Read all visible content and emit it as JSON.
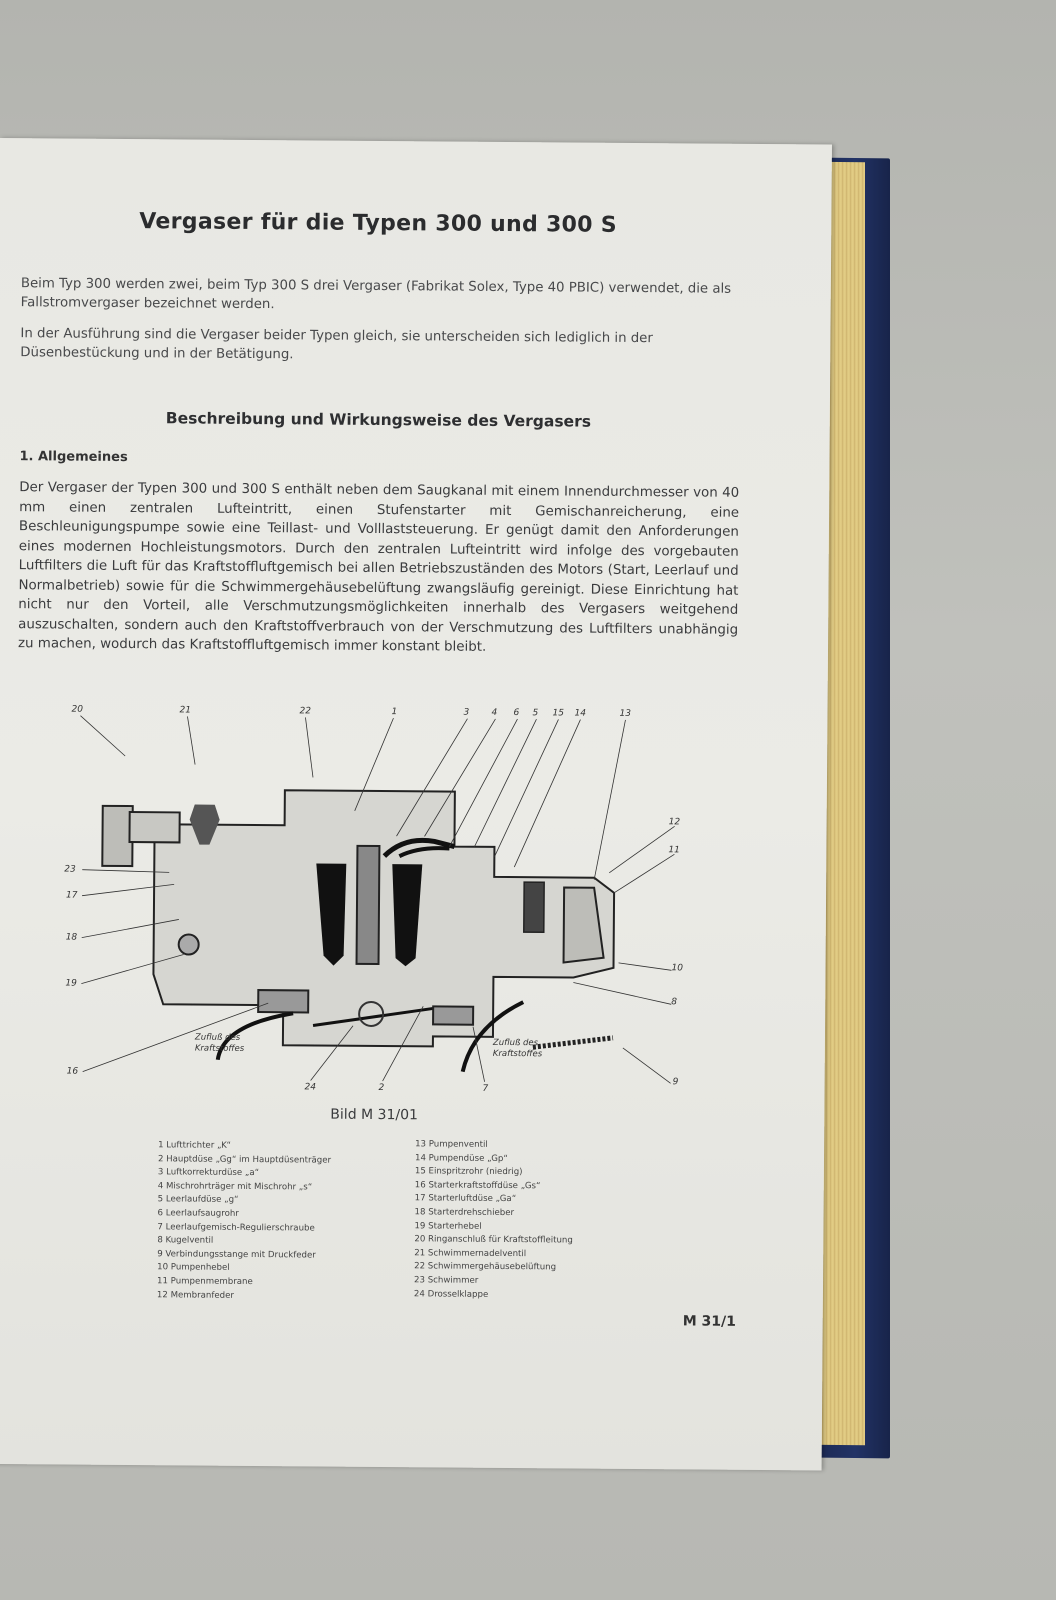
{
  "title": "Vergaser für die Typen 300 und 300 S",
  "intro": [
    "Beim Typ 300 werden zwei, beim Typ 300 S drei Vergaser (Fabrikat Solex, Type 40 PBIC) verwendet, die als Fallstromvergaser bezeichnet werden.",
    "In der Ausführung sind die Vergaser beider Typen gleich, sie unterscheiden sich lediglich in der Düsenbestückung und in der Betätigung."
  ],
  "section_title": "Beschreibung und Wirkungsweise des Vergasers",
  "subsection_title": "1. Allgemeines",
  "body": "Der Vergaser der Typen 300 und 300 S enthält neben dem Saugkanal mit einem Innendurchmesser von 40 mm einen zentralen Lufteintritt, einen Stufenstarter mit Gemischanreicherung, eine Beschleunigungspumpe sowie eine Teillast- und Volllaststeuerung. Er genügt damit den Anforderungen eines modernen Hochleistungsmotors. Durch den zentralen Lufteintritt wird infolge des vorgebauten Luftfilters die Luft für das Kraftstoffluftgemisch bei allen Betriebszuständen des Motors (Start, Leerlauf und Normalbetrieb) sowie für die Schwimmergehäusebelüftung zwangsläufig gereinigt. Diese Einrichtung hat nicht nur den Vorteil, alle Verschmutzungsmöglichkeiten innerhalb des Vergasers weitgehend auszuschalten, sondern auch den Kraftstoffverbrauch von der Verschmutzung des Luftfilters unabhängig zu machen, wodurch das Kraftstoffluftgemisch immer konstant bleibt.",
  "diagram": {
    "callouts": [
      "20",
      "21",
      "22",
      "1",
      "3",
      "4",
      "6",
      "5",
      "15",
      "14",
      "13",
      "12",
      "11",
      "10",
      "8",
      "9",
      "7",
      "2",
      "24",
      "16",
      "19",
      "18",
      "17",
      "23"
    ],
    "fuel_label_left": [
      "Zufluß des",
      "Kraftstoffes"
    ],
    "fuel_label_right": [
      "Zufluß des",
      "Kraftstoffes"
    ]
  },
  "figure_caption": "Bild M 31/01",
  "legend_left": [
    "1 Lufttrichter „K“",
    "2 Hauptdüse „Gg“ im Hauptdüsenträger",
    "3 Luftkorrekturdüse „a“",
    "4 Mischrohrträger mit Mischrohr „s“",
    "5 Leerlaufdüse „g“",
    "6 Leerlaufsaugrohr",
    "7 Leerlaufgemisch-Regulierschraube",
    "8 Kugelventil",
    "9 Verbindungsstange mit Druckfeder",
    "10 Pumpenhebel",
    "11 Pumpenmembrane",
    "12 Membranfeder"
  ],
  "legend_right": [
    "13 Pumpenventil",
    "14 Pumpendüse „Gp“",
    "15 Einspritzrohr (niedrig)",
    "16 Starterkraftstoffdüse „Gs“",
    "17 Starterluftdüse „Ga“",
    "18 Starterdrehschieber",
    "19 Starterhebel",
    "20 Ringanschluß für Kraftstoffleitung",
    "21 Schwimmernadelventil",
    "22 Schwimmergehäusebelüftung",
    "23 Schwimmer",
    "24 Drosselklappe"
  ],
  "page_number": "M 31/1"
}
